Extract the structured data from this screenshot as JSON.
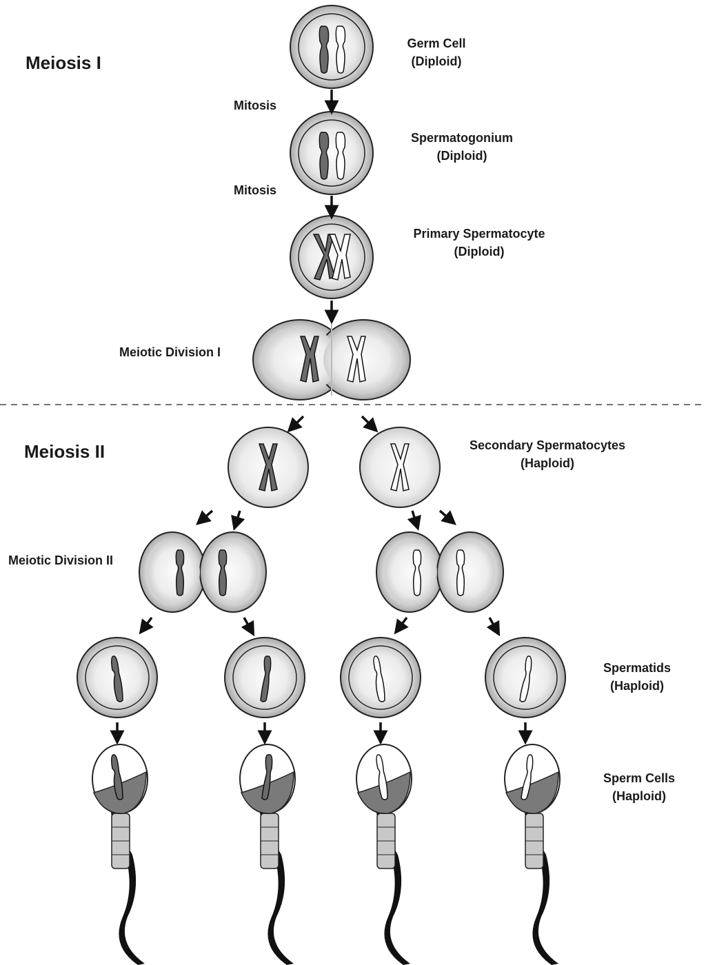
{
  "sections": {
    "meiosis_1": "Meiosis I",
    "meiosis_2": "Meiosis II"
  },
  "steps": {
    "mitosis_1": "Mitosis",
    "mitosis_2": "Mitosis",
    "meiotic_division_1": "Meiotic Division I",
    "meiotic_division_2": "Meiotic Division II"
  },
  "stages": {
    "germ_cell": {
      "name": "Germ Cell",
      "ploidy": "(Diploid)"
    },
    "spermatogonium": {
      "name": "Spermatogonium",
      "ploidy": "(Diploid)"
    },
    "primary_spermatocyte": {
      "name": "Primary Spermatocyte",
      "ploidy": "(Diploid)"
    },
    "secondary_spermatocytes": {
      "name": "Secondary Spermatocytes",
      "ploidy": "(Haploid)"
    },
    "spermatids": {
      "name": "Spermatids",
      "ploidy": "(Haploid)"
    },
    "sperm_cells": {
      "name": "Sperm Cells",
      "ploidy": "(Haploid)"
    }
  },
  "colors": {
    "chromosome_dark": "#6b6b6b",
    "chromosome_light": "#ffffff",
    "cell_ring": "#b8b8b8",
    "cell_inner": "#f2f2f2",
    "sperm_collar": "#7a7a7a",
    "tail": "#111111"
  }
}
